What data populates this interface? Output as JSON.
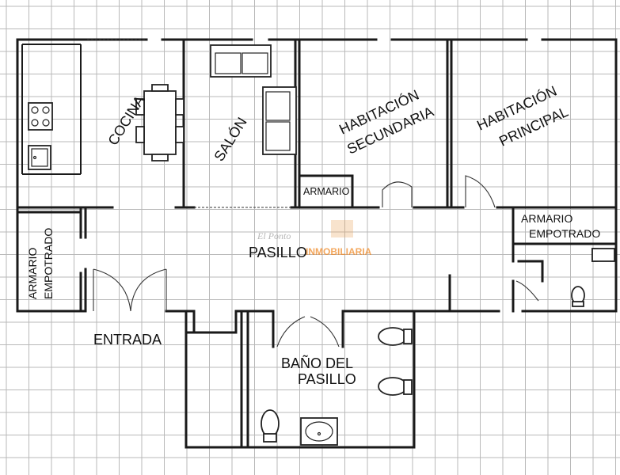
{
  "rooms": {
    "cocina": "COCINA",
    "salon": "SALÓN",
    "habitacion_secundaria": [
      "HABITACIÓN",
      "SECUNDARIA"
    ],
    "habitacion_principal": [
      "HABITACIÓN",
      "PRINCIPAL"
    ],
    "armario": "ARMARIO",
    "armario_empotrado_left": [
      "ARMARIO",
      "EMPOTRADO"
    ],
    "armario_empotrado_right": [
      "ARMARIO",
      "EMPOTRADO"
    ],
    "pasillo": "PASILLO",
    "entrada": "ENTRADA",
    "bano_del_pasillo": [
      "BAÑO DEL",
      "PASILLO"
    ]
  },
  "watermark": {
    "script": "El Ponto",
    "text": "INMOBILIARIA"
  },
  "colors": {
    "wall": "#1a1a1a",
    "grid": "#b9b9b9",
    "watermark": "#f08a28"
  }
}
